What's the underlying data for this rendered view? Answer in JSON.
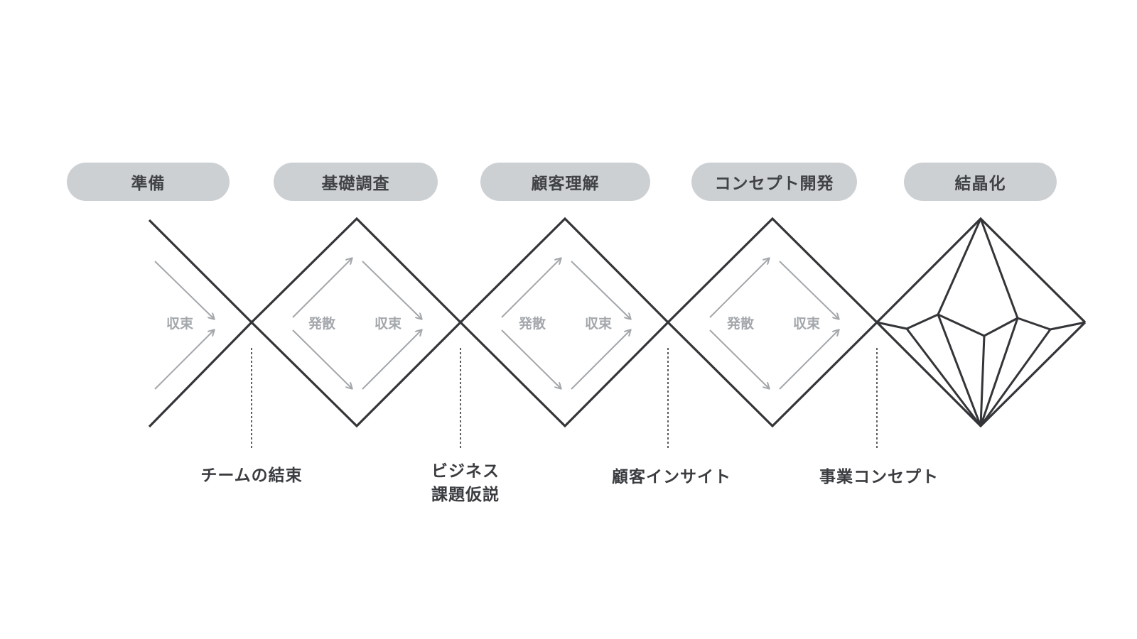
{
  "phases": [
    {
      "label": "準備"
    },
    {
      "label": "基礎調査"
    },
    {
      "label": "顧客理解"
    },
    {
      "label": "コンセプト開発"
    },
    {
      "label": "結晶化"
    }
  ],
  "outcomes": [
    {
      "lines": [
        "チームの結束"
      ]
    },
    {
      "lines": [
        "ビジネス",
        "課題仮説"
      ]
    },
    {
      "lines": [
        "顧客インサイト"
      ]
    },
    {
      "lines": [
        "事業コンセプト"
      ]
    }
  ],
  "flow_labels": {
    "converge": "収束",
    "diverge": "発散"
  },
  "colors": {
    "pill_bg": "#cdd0d3",
    "pill_text": "#404246",
    "line": "#333538",
    "arrow": "#a3a7ab",
    "outcome_text": "#3a3c40"
  }
}
